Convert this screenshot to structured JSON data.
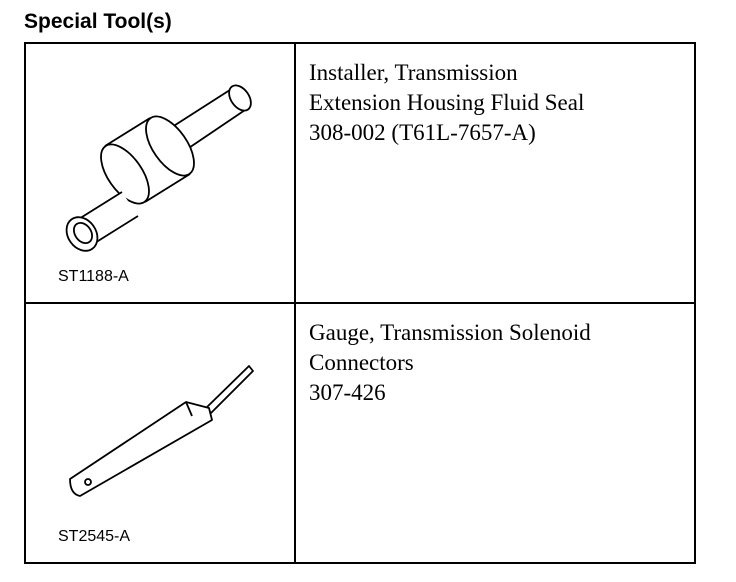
{
  "section": {
    "title": "Special Tool(s)"
  },
  "tools": [
    {
      "image_code": "ST1188-A",
      "icon": "seal-installer-icon",
      "lines": [
        "Installer, Transmission",
        "Extension Housing Fluid Seal",
        "308-002 (T61L-7657-A)"
      ]
    },
    {
      "image_code": "ST2545-A",
      "icon": "solenoid-connector-gauge-icon",
      "lines": [
        "Gauge, Transmission Solenoid",
        "Connectors",
        "307-426"
      ]
    }
  ]
}
